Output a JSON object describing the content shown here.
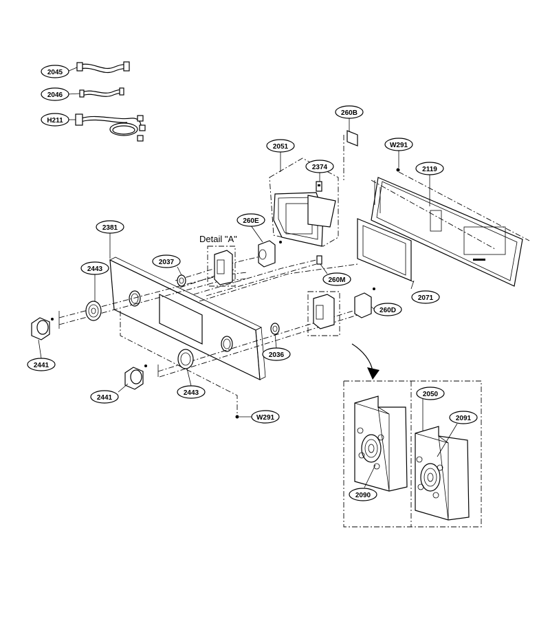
{
  "labels": {
    "p2045": "2045",
    "p2046": "2046",
    "pH211": "H211",
    "p260B": "260B",
    "p2051": "2051",
    "p2374": "2374",
    "pW291a": "W291",
    "p2119": "2119",
    "p260E": "260E",
    "p2381": "2381",
    "p2443a": "2443",
    "p2037": "2037",
    "p260M": "260M",
    "p2071": "2071",
    "p260D": "260D",
    "p2441a": "2441",
    "p2036": "2036",
    "p2441b": "2441",
    "p2443b": "2443",
    "pW291b": "W291",
    "p2050": "2050",
    "p2091": "2091",
    "p2090": "2090"
  },
  "detail_label": "Detail \"A\""
}
